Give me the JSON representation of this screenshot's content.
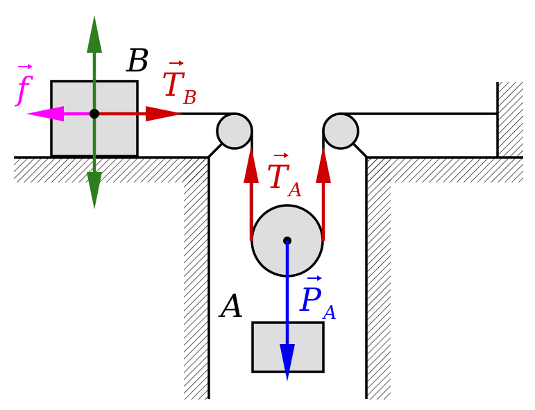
{
  "labels": {
    "block_b": "B",
    "block_a": "A",
    "force_friction": "f",
    "force_tension_b": "T",
    "force_tension_b_sub": "B",
    "force_tension_a": "T",
    "force_tension_a_sub": "A",
    "force_weight_a": "P",
    "force_weight_a_sub": "A"
  },
  "colors": {
    "friction": "#ff00ff",
    "tension": "#cc0000",
    "weight": "#0000ee",
    "normal": "#2e7d1e",
    "block_fill": "#dedede",
    "pulley_fill": "#dedede",
    "stroke": "#000000",
    "hatch": "#000000"
  }
}
